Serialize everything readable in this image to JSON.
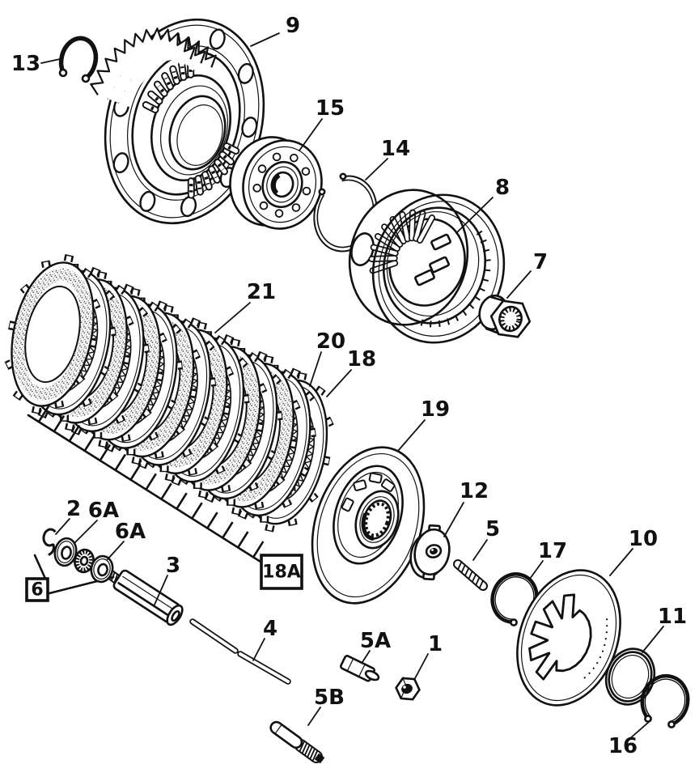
{
  "figure": {
    "background": "#ffffff",
    "ink": "#111111"
  },
  "callouts": {
    "c1": "1",
    "c2": "2",
    "c3": "3",
    "c4": "4",
    "c5": "5",
    "c5a": "5A",
    "c5b": "5B",
    "c6": "6",
    "c6a1": "6A",
    "c6a2": "6A",
    "c7": "7",
    "c8": "8",
    "c9": "9",
    "c10": "10",
    "c11": "11",
    "c12": "12",
    "c13": "13",
    "c14": "14",
    "c15": "15",
    "c16": "16",
    "c17": "17",
    "c18": "18",
    "c18a": "18A",
    "c19": "19",
    "c20": "20",
    "c21": "21"
  }
}
